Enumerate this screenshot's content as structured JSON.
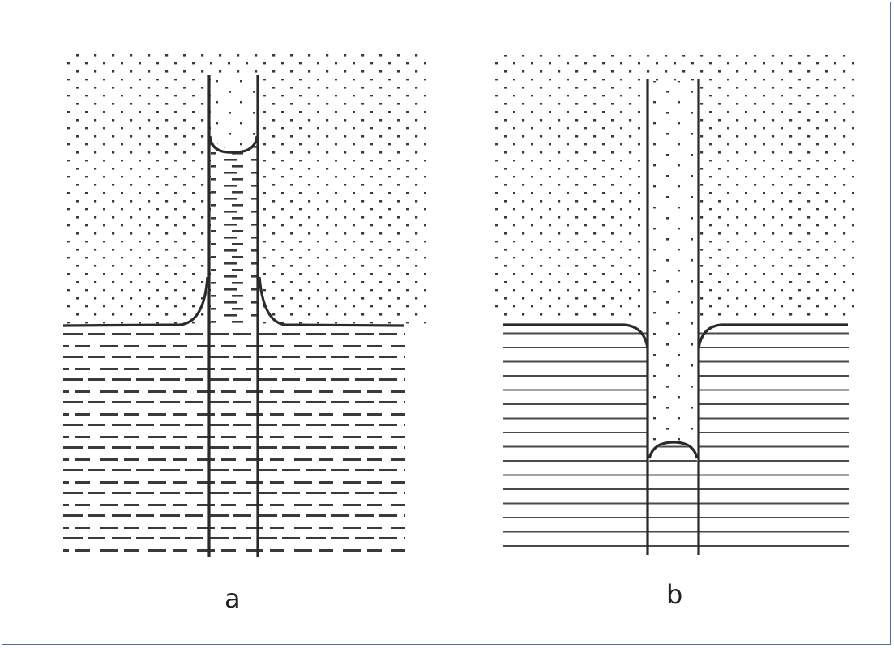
{
  "figure": {
    "panels": [
      {
        "label": "a",
        "meniscus": "concave",
        "column_relative_to_outside_level": "raised"
      },
      {
        "label": "b",
        "meniscus": "convex",
        "column_relative_to_outside_level": "depressed"
      }
    ],
    "colors": {
      "frame": "#4a6fa5",
      "ink": "#2a2a2a",
      "dots": "#3a3a3a",
      "background": "#ffffff"
    }
  }
}
